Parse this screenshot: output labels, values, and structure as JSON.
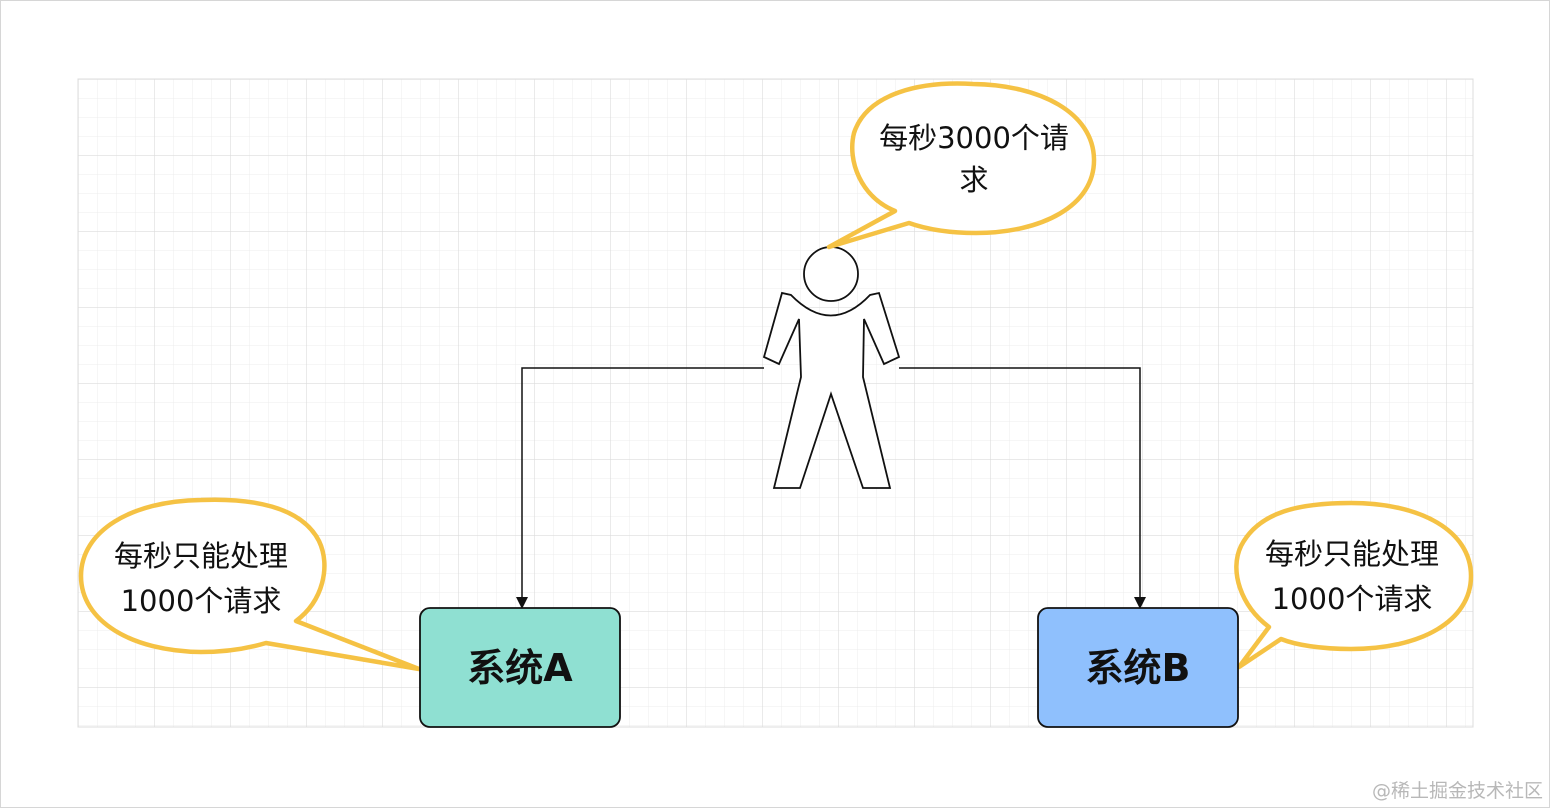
{
  "diagram": {
    "bubble_top": {
      "line1": "每秒3000个请",
      "line2": "求"
    },
    "bubble_left": {
      "line1": "每秒只能处理",
      "line2": "1000个请求"
    },
    "bubble_right": {
      "line1": "每秒只能处理",
      "line2": "1000个请求"
    },
    "system_a": {
      "label": "系统A"
    },
    "system_b": {
      "label": "系统B"
    },
    "colors": {
      "system_a_fill": "#8fe0d2",
      "system_b_fill": "#8fc0fd",
      "bubble_stroke": "#f5c244",
      "grid_line": "#e3e3e3"
    }
  },
  "watermark": "@稀土掘金技术社区"
}
